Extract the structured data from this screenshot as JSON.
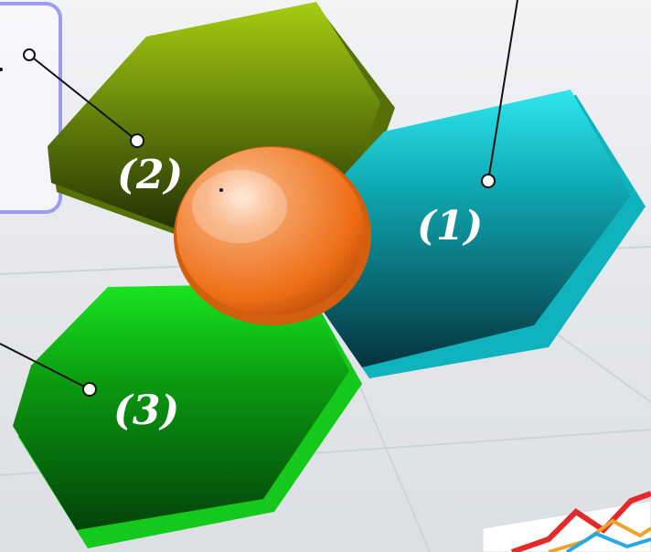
{
  "diagram": {
    "hexagons": [
      {
        "id": "hex-1",
        "label": "(1)",
        "color": "#14c9d3"
      },
      {
        "id": "hex-2",
        "label": "(2)",
        "color": "#8db517"
      },
      {
        "id": "hex-3",
        "label": "(3)",
        "color": "#12c71a"
      }
    ],
    "center": {
      "color": "#f07b2a"
    },
    "note_box": {
      "border_color": "#9b9bf2"
    }
  }
}
